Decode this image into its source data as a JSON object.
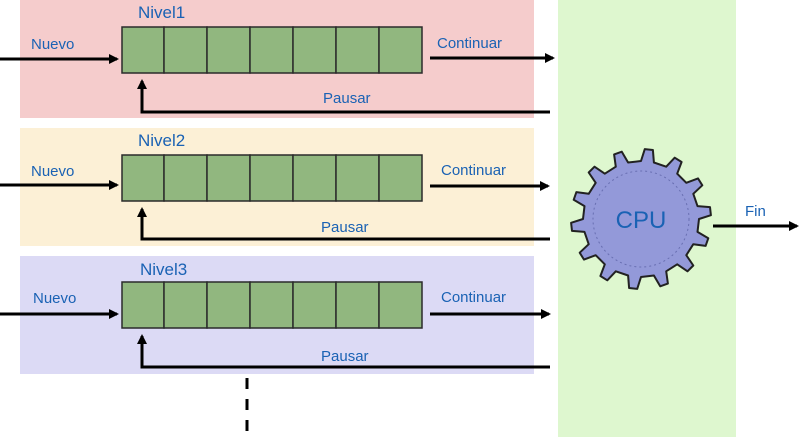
{
  "levels": [
    {
      "title": "Nivel1",
      "input_label": "Nuevo",
      "output_label": "Continuar",
      "return_label": "Pausar",
      "band_color": "#f5cccc",
      "slots": 7
    },
    {
      "title": "Nivel2",
      "input_label": "Nuevo",
      "output_label": "Continuar",
      "return_label": "Pausar",
      "band_color": "#fcf0d6",
      "slots": 7
    },
    {
      "title": "Nivel3",
      "input_label": "Nuevo",
      "output_label": "Continuar",
      "return_label": "Pausar",
      "band_color": "#dcdaf5",
      "slots": 7
    }
  ],
  "cpu": {
    "label": "CPU",
    "gear_color": "#9399d9"
  },
  "exit_label": "Fin",
  "colors": {
    "cpu_panel": "#def7cf",
    "queue_slot": "#91b77f",
    "arrow": "#000000",
    "text": "#1a62b4"
  }
}
